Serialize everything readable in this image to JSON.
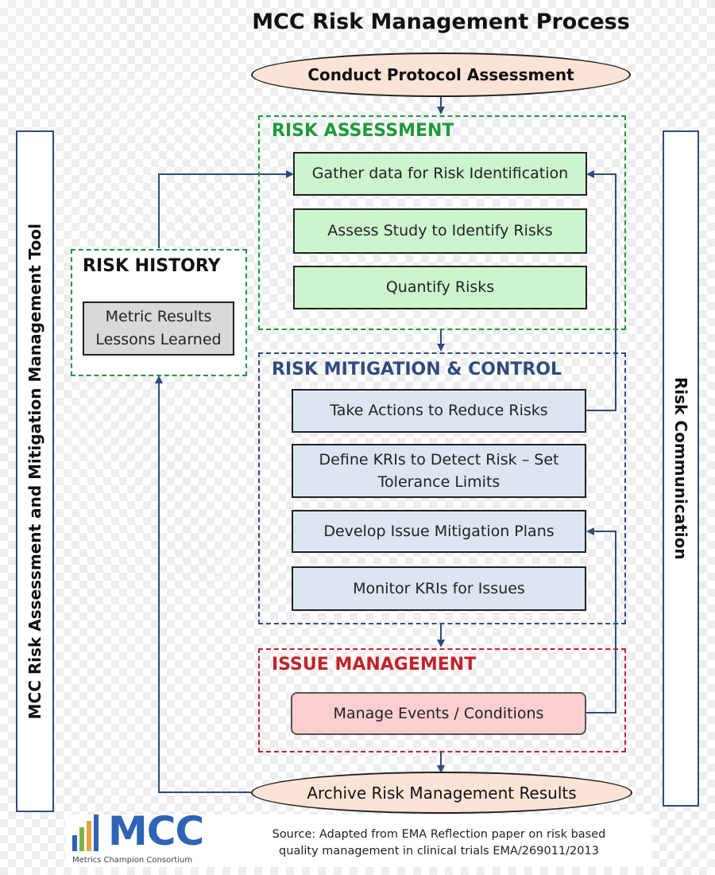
{
  "title": "MCC Risk Management Process",
  "start": "Conduct Protocol Assessment",
  "end": "Archive Risk Management Results",
  "left_label": "MCC Risk Assessment and Mitigation Management Tool",
  "right_label": "Risk Communication",
  "risk_assessment": {
    "title": "RISK ASSESSMENT",
    "steps": [
      "Gather data for Risk Identification",
      "Assess Study to Identify Risks",
      "Quantify Risks"
    ]
  },
  "risk_mitigation": {
    "title": "RISK MITIGATION & CONTROL",
    "steps": [
      "Take Actions to Reduce Risks",
      "Define KRIs to Detect Risk – Set",
      "Tolerance Limits",
      "Develop Issue Mitigation Plans",
      "Monitor KRIs for Issues"
    ]
  },
  "issue_management": {
    "title": "ISSUE MANAGEMENT",
    "steps": [
      "Manage Events / Conditions"
    ]
  },
  "risk_history": {
    "title": "RISK HISTORY",
    "lines": [
      "Metric Results",
      "Lessons Learned"
    ]
  },
  "logo": {
    "name": "MCC",
    "subtitle": "Metrics Champion Consortium"
  },
  "source": {
    "line1": "Source: Adapted from EMA Reflection paper on risk based",
    "line2": "quality management in clinical trials EMA/269011/2013"
  },
  "colors": {
    "green": "#1d9a3a",
    "blue": "#2f4c7d",
    "red": "#c0242b",
    "oval_fill": "#fbe4d5",
    "green_fill": "#ccf5cd",
    "blue_fill": "#dce6f1",
    "red_fill": "#fbcfd0"
  }
}
